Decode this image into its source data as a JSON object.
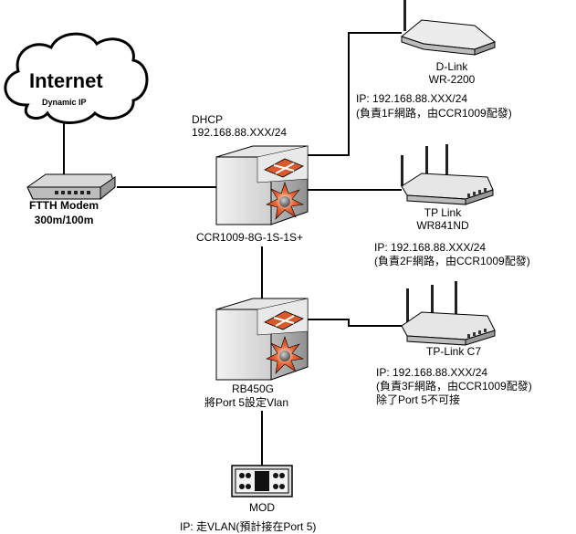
{
  "internet": {
    "title": "Internet",
    "subtitle": "Dynamic IP"
  },
  "modem": {
    "name": "FTTH Modem",
    "speed": "300m/100m"
  },
  "core_router": {
    "dhcp": "DHCP",
    "subnet": "192.168.88.XXX/24",
    "model": "CCR1009-8G-1S-1S+"
  },
  "ap_1f": {
    "brand": "D-Link",
    "model": "WR-2200",
    "ip": "IP: 192.168.88.XXX/24",
    "note": "(負責1F網路，由CCR1009配發)"
  },
  "ap_2f": {
    "brand": "TP Link",
    "model": "WR841ND",
    "ip": "IP: 192.168.88.XXX/24",
    "note": "(負責2F網路，由CCR1009配發)"
  },
  "ap_3f": {
    "brand": "TP-Link C7",
    "ip": "IP: 192.168.88.XXX/24",
    "note": "(負責3F網路，由CCR1009配發)",
    "note2": "除了Port 5不可接"
  },
  "switch": {
    "model": "RB450G",
    "note": "將Port 5設定Vlan"
  },
  "mod": {
    "name": "MOD",
    "ip": "IP: 走VLAN(預計接在Port 5)"
  }
}
